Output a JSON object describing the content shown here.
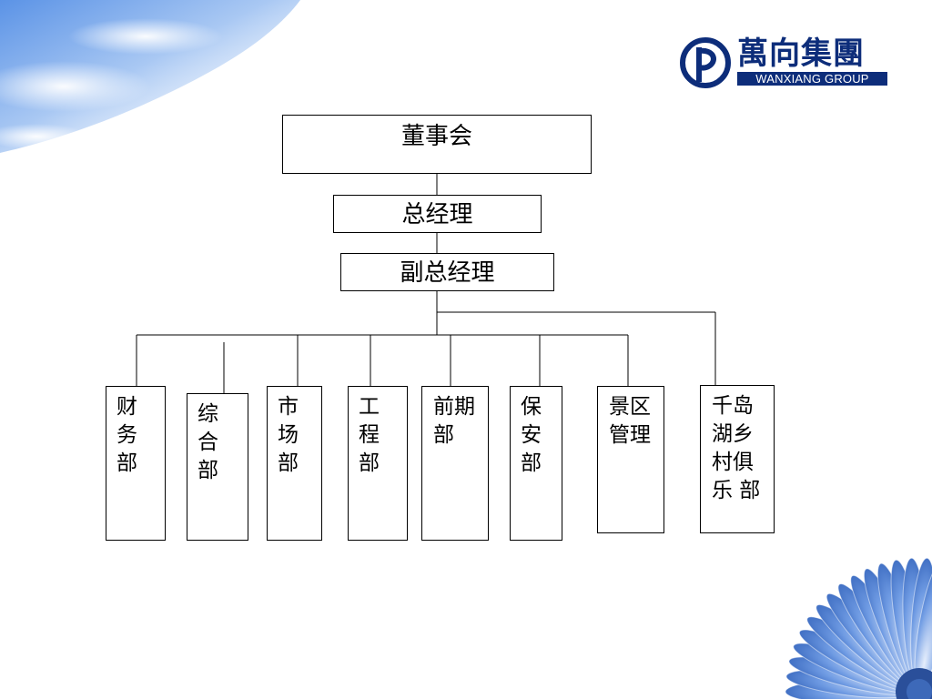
{
  "logo": {
    "name_cn": "萬向集團",
    "name_en": "WANXIANG GROUP"
  },
  "org_chart": {
    "board": "董事会",
    "general_manager": "总经理",
    "deputy_general_manager": "副总经理",
    "departments": [
      {
        "label": "财务部"
      },
      {
        "label": "综合部"
      },
      {
        "label": "市场部"
      },
      {
        "label": "工程部"
      },
      {
        "label": "前期部"
      },
      {
        "label": "保安部"
      },
      {
        "label": "景区管理"
      },
      {
        "label": "千岛湖乡村俱乐 部"
      }
    ]
  },
  "colors": {
    "line": "#000000",
    "logo_blue": "#0d2d7a",
    "sky_blue": "#6a9ee8",
    "flower_blue": "#4f7fd6"
  }
}
